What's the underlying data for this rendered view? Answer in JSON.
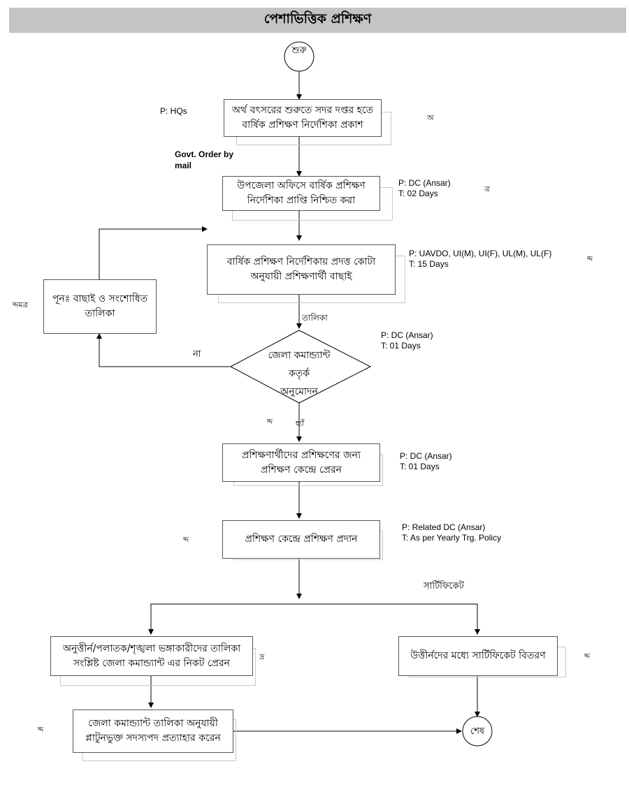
{
  "title": "পেশাভিত্তিক প্রশিক্ষণ",
  "start": {
    "label": "শুরু"
  },
  "end": {
    "label": "শেষ"
  },
  "steps": {
    "s1": {
      "line1": "অর্থ বৎসরের শুরুতে সদর দপ্তর হতে",
      "line2": "বার্ষিক প্রশিক্ষণ নির্দেশিকা প্রকাশ",
      "p": "P: HQs",
      "mark": "অ"
    },
    "s2": {
      "line1": "উপজেলা অফিসে বার্ষিক প্রশিক্ষণ",
      "line2": "নির্দেশিকা প্রাপ্তি নিশ্চিত করা",
      "p": "P: DC (Ansar)",
      "t": "T: 02 Days",
      "mark": "ত্র"
    },
    "s3": {
      "line1": "বার্ষিক প্রশিক্ষণ নির্দেশিকায় প্রদত্ত কোটা",
      "line2": "অনুযায়ী প্রশিক্ষণার্থী বাছাই",
      "p": "P: UAVDO, UI(M), UI(F), UL(M), UL(F)",
      "t": "T: 15 Days",
      "mark": "দ্দ"
    },
    "s4": {
      "line1": "পূনঃ  বাছাই ও সংশোধিত",
      "line2": "তালিকা",
      "mark": "দ্দমত্র"
    },
    "decision": {
      "line1": "জেলা কমান্ড্যান্ট",
      "line2": "কতৃর্ক",
      "line3": "অনুমোদন",
      "p": "P: DC (Ansar)",
      "t": "T: 01 Days",
      "no": "না",
      "yes_mark": "দ্দ",
      "yes": "হ্যাঁ"
    },
    "s5": {
      "line1": "প্রশিক্ষণার্থীদের প্রশিক্ষণের জন্য",
      "line2": "প্রশিক্ষণ কেন্দ্রে প্রেরন",
      "p": "P: DC (Ansar)",
      "t": "T: 01 Days"
    },
    "s6": {
      "line1": "প্রশিক্ষণ কেন্দ্রে প্রশিক্ষণ প্রদান",
      "p": "P: Related DC (Ansar)",
      "t": "T: As per Yearly Trg. Policy",
      "mark": "দ্দ"
    },
    "s7": {
      "line1": "অনুত্তীর্ন/পলাতক/শৃঙ্খলা ভঙ্গাকারীদের তালিকা",
      "line2": "সংশ্লিষ্ট জেলা কমান্ড্যান্ট এর নিকট প্রেরন",
      "mark": "দ্র"
    },
    "s8": {
      "line1": "উত্তীর্নদের মধ্যে সার্টিফিকেট বিতরণ",
      "mark": "দ্দ"
    },
    "s9": {
      "line1": "জেলা কমান্ড্যান্ট তালিকা অনুযায়ী",
      "line2": "প্লাটুনভুক্ত সদস্যপদ প্রত্যাহার করেন",
      "mark": "দ্দ"
    }
  },
  "edges": {
    "govt_order": "Govt. Order by",
    "govt_order2": "mail",
    "list": "তালিকা",
    "certificate": "সার্টিফিকেট"
  }
}
